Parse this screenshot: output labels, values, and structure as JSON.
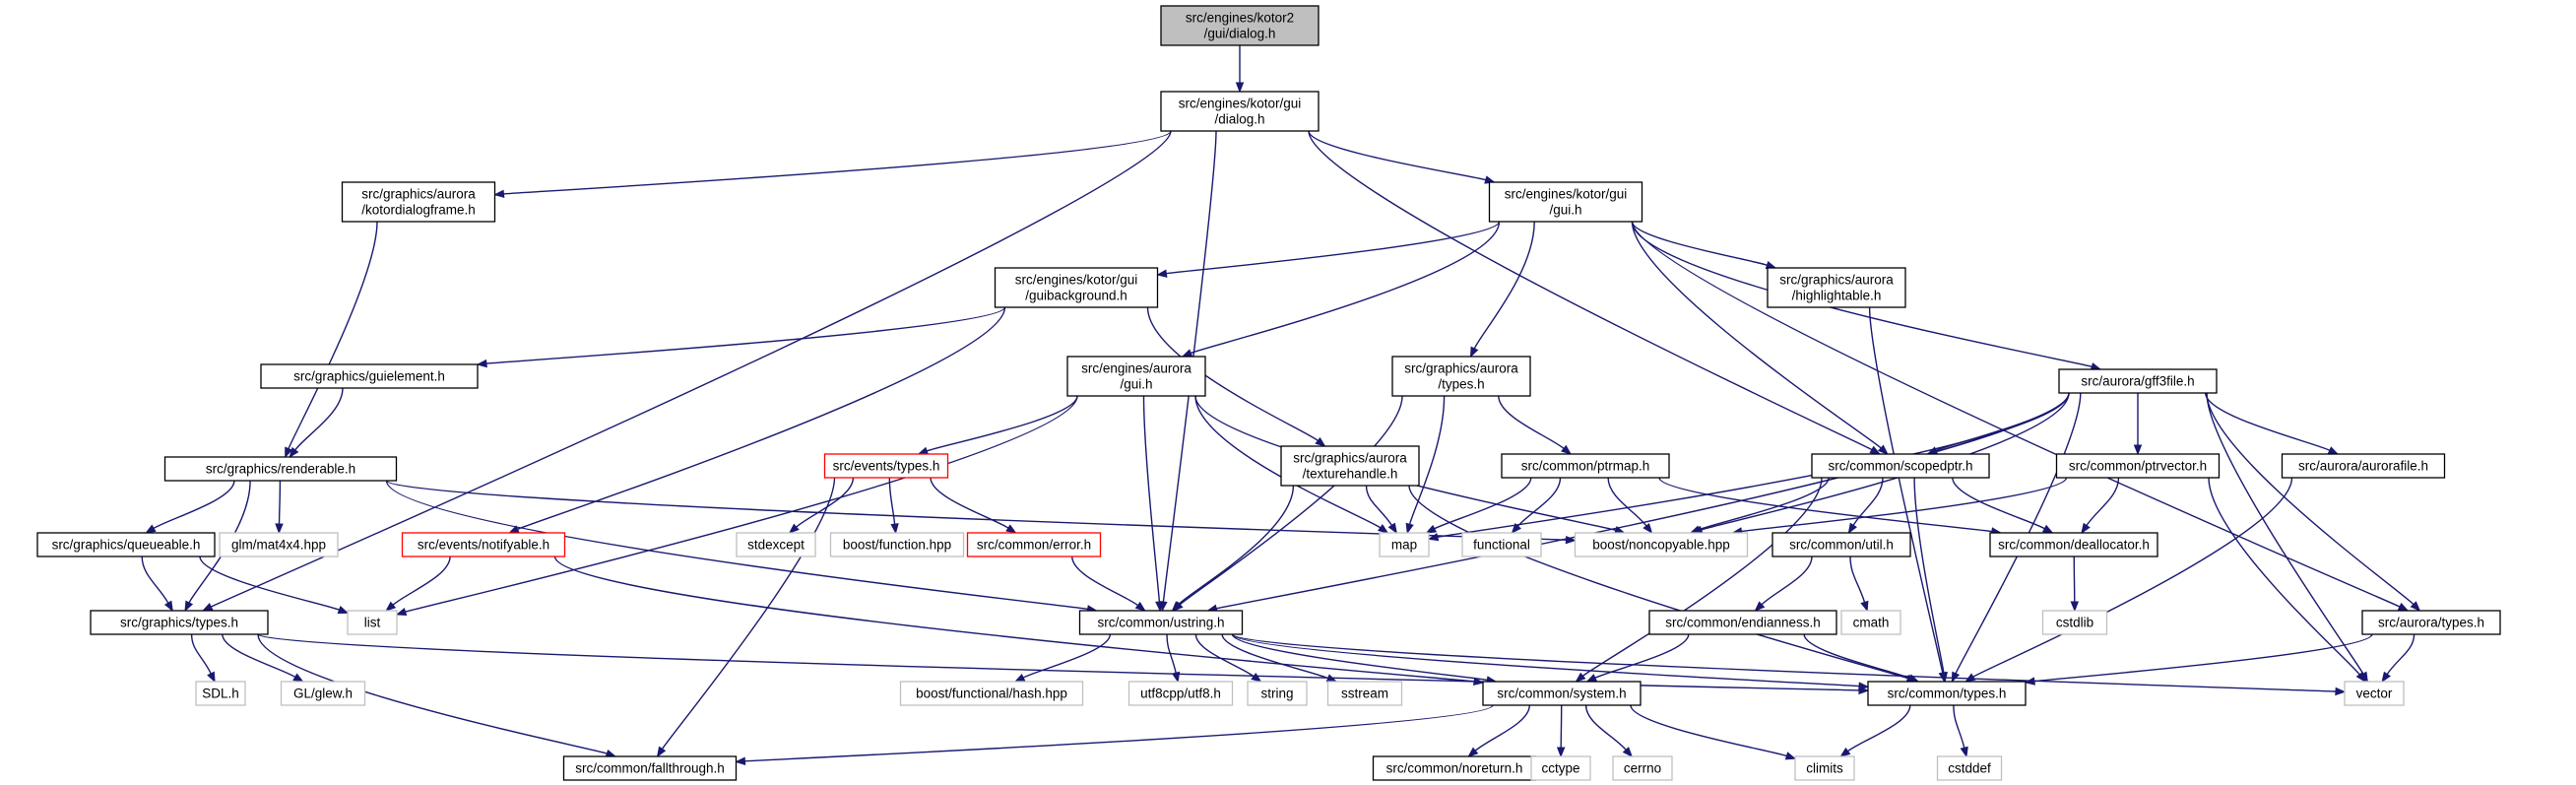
{
  "diagram": {
    "nodes": [
      {
        "id": "root",
        "lines": [
          "src/engines/kotor2",
          "/gui/dialog.h"
        ],
        "style": "root"
      },
      {
        "id": "kdialog",
        "lines": [
          "src/engines/kotor/gui",
          "/dialog.h"
        ],
        "style": "normal"
      },
      {
        "id": "kdframe",
        "lines": [
          "src/graphics/aurora",
          "/kotordialogframe.h"
        ],
        "style": "normal"
      },
      {
        "id": "kgui",
        "lines": [
          "src/engines/kotor/gui",
          "/gui.h"
        ],
        "style": "normal"
      },
      {
        "id": "guibg",
        "lines": [
          "src/engines/kotor/gui",
          "/guibackground.h"
        ],
        "style": "normal"
      },
      {
        "id": "highl",
        "lines": [
          "src/graphics/aurora",
          "/highlightable.h"
        ],
        "style": "normal"
      },
      {
        "id": "guielem",
        "lines": [
          "src/graphics/guielement.h"
        ],
        "style": "normal"
      },
      {
        "id": "eagui",
        "lines": [
          "src/engines/aurora",
          "/gui.h"
        ],
        "style": "normal"
      },
      {
        "id": "gatypes",
        "lines": [
          "src/graphics/aurora",
          "/types.h"
        ],
        "style": "normal"
      },
      {
        "id": "gff3",
        "lines": [
          "src/aurora/gff3file.h"
        ],
        "style": "normal"
      },
      {
        "id": "rend",
        "lines": [
          "src/graphics/renderable.h"
        ],
        "style": "normal"
      },
      {
        "id": "evtypes",
        "lines": [
          "src/events/types.h"
        ],
        "style": "red"
      },
      {
        "id": "texh",
        "lines": [
          "src/graphics/aurora",
          "/texturehandle.h"
        ],
        "style": "normal"
      },
      {
        "id": "ptrmap",
        "lines": [
          "src/common/ptrmap.h"
        ],
        "style": "normal"
      },
      {
        "id": "scoped",
        "lines": [
          "src/common/scopedptr.h"
        ],
        "style": "normal"
      },
      {
        "id": "ptrvec",
        "lines": [
          "src/common/ptrvector.h"
        ],
        "style": "normal"
      },
      {
        "id": "aurfile",
        "lines": [
          "src/aurora/aurorafile.h"
        ],
        "style": "normal"
      },
      {
        "id": "queue",
        "lines": [
          "src/graphics/queueable.h"
        ],
        "style": "normal"
      },
      {
        "id": "mat4",
        "lines": [
          "glm/mat4x4.hpp"
        ],
        "style": "gray"
      },
      {
        "id": "notif",
        "lines": [
          "src/events/notifyable.h"
        ],
        "style": "red"
      },
      {
        "id": "stdexc",
        "lines": [
          "stdexcept"
        ],
        "style": "gray"
      },
      {
        "id": "bfunc",
        "lines": [
          "boost/function.hpp"
        ],
        "style": "gray"
      },
      {
        "id": "err",
        "lines": [
          "src/common/error.h"
        ],
        "style": "red"
      },
      {
        "id": "map",
        "lines": [
          "map"
        ],
        "style": "gray"
      },
      {
        "id": "functional",
        "lines": [
          "functional"
        ],
        "style": "gray"
      },
      {
        "id": "noncopy",
        "lines": [
          "boost/noncopyable.hpp"
        ],
        "style": "gray"
      },
      {
        "id": "util",
        "lines": [
          "src/common/util.h"
        ],
        "style": "normal"
      },
      {
        "id": "dealloc",
        "lines": [
          "src/common/deallocator.h"
        ],
        "style": "normal"
      },
      {
        "id": "gtypes",
        "lines": [
          "src/graphics/types.h"
        ],
        "style": "normal"
      },
      {
        "id": "list",
        "lines": [
          "list"
        ],
        "style": "gray"
      },
      {
        "id": "ustring",
        "lines": [
          "src/common/ustring.h"
        ],
        "style": "normal"
      },
      {
        "id": "cmath",
        "lines": [
          "cmath"
        ],
        "style": "gray"
      },
      {
        "id": "endian",
        "lines": [
          "src/common/endianness.h"
        ],
        "style": "normal"
      },
      {
        "id": "cstdlib",
        "lines": [
          "cstdlib"
        ],
        "style": "gray"
      },
      {
        "id": "atypes",
        "lines": [
          "src/aurora/types.h"
        ],
        "style": "normal"
      },
      {
        "id": "sdl",
        "lines": [
          "SDL.h"
        ],
        "style": "gray"
      },
      {
        "id": "glew",
        "lines": [
          "GL/glew.h"
        ],
        "style": "gray"
      },
      {
        "id": "bhash",
        "lines": [
          "boost/functional/hash.hpp"
        ],
        "style": "gray"
      },
      {
        "id": "utf8",
        "lines": [
          "utf8cpp/utf8.h"
        ],
        "style": "gray"
      },
      {
        "id": "string",
        "lines": [
          "string"
        ],
        "style": "gray"
      },
      {
        "id": "sstream",
        "lines": [
          "sstream"
        ],
        "style": "gray"
      },
      {
        "id": "system",
        "lines": [
          "src/common/system.h"
        ],
        "style": "normal"
      },
      {
        "id": "ctypes",
        "lines": [
          "src/common/types.h"
        ],
        "style": "normal"
      },
      {
        "id": "vector",
        "lines": [
          "vector"
        ],
        "style": "gray"
      },
      {
        "id": "fallth",
        "lines": [
          "src/common/fallthrough.h"
        ],
        "style": "normal"
      },
      {
        "id": "noreturn",
        "lines": [
          "src/common/noreturn.h"
        ],
        "style": "normal"
      },
      {
        "id": "cctype",
        "lines": [
          "cctype"
        ],
        "style": "gray"
      },
      {
        "id": "cerrno",
        "lines": [
          "cerrno"
        ],
        "style": "gray"
      },
      {
        "id": "climits",
        "lines": [
          "climits"
        ],
        "style": "gray"
      },
      {
        "id": "cstddef",
        "lines": [
          "cstddef"
        ],
        "style": "gray"
      }
    ],
    "edges": [
      [
        "root",
        "kdialog"
      ],
      [
        "kdialog",
        "kdframe"
      ],
      [
        "kdialog",
        "kgui"
      ],
      [
        "kdialog",
        "ustring"
      ],
      [
        "kdialog",
        "scoped"
      ],
      [
        "kdialog",
        "gtypes"
      ],
      [
        "kdframe",
        "rend"
      ],
      [
        "kgui",
        "guibg"
      ],
      [
        "kgui",
        "highl"
      ],
      [
        "kgui",
        "eagui"
      ],
      [
        "kgui",
        "gatypes"
      ],
      [
        "kgui",
        "gff3"
      ],
      [
        "kgui",
        "scoped"
      ],
      [
        "kgui",
        "atypes"
      ],
      [
        "guibg",
        "guielem"
      ],
      [
        "guibg",
        "texh"
      ],
      [
        "guibg",
        "notif"
      ],
      [
        "highl",
        "ctypes"
      ],
      [
        "guielem",
        "rend"
      ],
      [
        "eagui",
        "evtypes"
      ],
      [
        "eagui",
        "list"
      ],
      [
        "eagui",
        "map"
      ],
      [
        "eagui",
        "noncopy"
      ],
      [
        "eagui",
        "ustring"
      ],
      [
        "gatypes",
        "ptrmap"
      ],
      [
        "gatypes",
        "map"
      ],
      [
        "gatypes",
        "ustring"
      ],
      [
        "gff3",
        "scoped"
      ],
      [
        "gff3",
        "ptrvec"
      ],
      [
        "gff3",
        "aurfile"
      ],
      [
        "gff3",
        "atypes"
      ],
      [
        "gff3",
        "map"
      ],
      [
        "gff3",
        "noncopy"
      ],
      [
        "gff3",
        "ustring"
      ],
      [
        "gff3",
        "ctypes"
      ],
      [
        "gff3",
        "vector"
      ],
      [
        "rend",
        "queue"
      ],
      [
        "rend",
        "mat4"
      ],
      [
        "rend",
        "gtypes"
      ],
      [
        "rend",
        "noncopy"
      ],
      [
        "rend",
        "ustring"
      ],
      [
        "evtypes",
        "stdexc"
      ],
      [
        "evtypes",
        "bfunc"
      ],
      [
        "evtypes",
        "err"
      ],
      [
        "evtypes",
        "fallth"
      ],
      [
        "texh",
        "map"
      ],
      [
        "texh",
        "ustring"
      ],
      [
        "texh",
        "ctypes"
      ],
      [
        "ptrmap",
        "map"
      ],
      [
        "ptrmap",
        "functional"
      ],
      [
        "ptrmap",
        "noncopy"
      ],
      [
        "ptrmap",
        "dealloc"
      ],
      [
        "scoped",
        "noncopy"
      ],
      [
        "scoped",
        "util"
      ],
      [
        "scoped",
        "dealloc"
      ],
      [
        "scoped",
        "system"
      ],
      [
        "scoped",
        "ctypes"
      ],
      [
        "ptrvec",
        "noncopy"
      ],
      [
        "ptrvec",
        "dealloc"
      ],
      [
        "ptrvec",
        "vector"
      ],
      [
        "aurfile",
        "ctypes"
      ],
      [
        "queue",
        "gtypes"
      ],
      [
        "queue",
        "list"
      ],
      [
        "notif",
        "list"
      ],
      [
        "notif",
        "system"
      ],
      [
        "err",
        "ustring"
      ],
      [
        "util",
        "cmath"
      ],
      [
        "util",
        "endian"
      ],
      [
        "dealloc",
        "cstdlib"
      ],
      [
        "gtypes",
        "sdl"
      ],
      [
        "gtypes",
        "glew"
      ],
      [
        "gtypes",
        "fallth"
      ],
      [
        "gtypes",
        "ctypes"
      ],
      [
        "ustring",
        "bhash"
      ],
      [
        "ustring",
        "utf8"
      ],
      [
        "ustring",
        "string"
      ],
      [
        "ustring",
        "sstream"
      ],
      [
        "ustring",
        "system"
      ],
      [
        "ustring",
        "ctypes"
      ],
      [
        "ustring",
        "vector"
      ],
      [
        "endian",
        "system"
      ],
      [
        "endian",
        "ctypes"
      ],
      [
        "atypes",
        "ctypes"
      ],
      [
        "atypes",
        "vector"
      ],
      [
        "system",
        "fallth"
      ],
      [
        "system",
        "noreturn"
      ],
      [
        "system",
        "cctype"
      ],
      [
        "system",
        "cerrno"
      ],
      [
        "system",
        "climits"
      ],
      [
        "ctypes",
        "climits"
      ],
      [
        "ctypes",
        "cstddef"
      ]
    ]
  }
}
